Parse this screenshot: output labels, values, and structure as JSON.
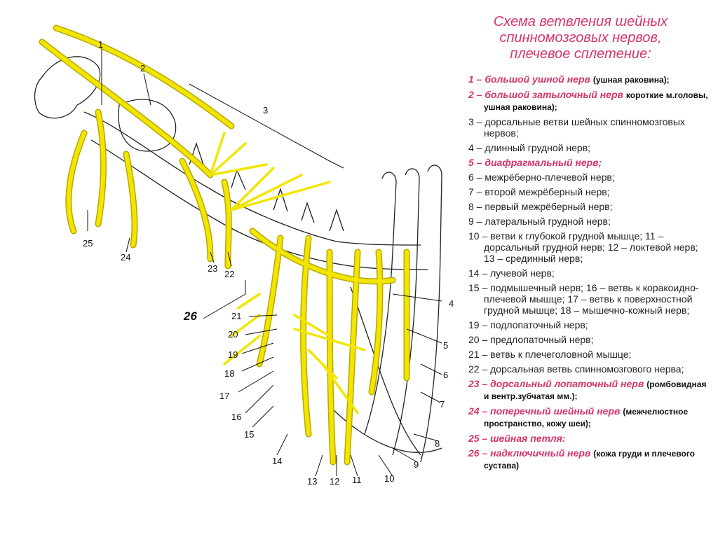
{
  "title_lines": [
    "Схема ветвления шейных",
    "спинномозговых нервов,",
    "плечевое сплетение:"
  ],
  "legend": [
    {
      "text": "1 – большой ушной нерв ",
      "note": "(ушная раковина);",
      "highlight": true
    },
    {
      "text": "2 – большой затылочный нерв ",
      "note": "короткие м.головы, ушная раковина);",
      "highlight": true
    },
    {
      "text": "3 – дорсальные ветви шейных спинномозговых нервов;",
      "note": "",
      "highlight": false
    },
    {
      "text": "4 – длинный грудной нерв;",
      "note": "",
      "highlight": false
    },
    {
      "text": "5 – диафрагмальный нерв;",
      "note": "",
      "highlight": true
    },
    {
      "text": "6 – межрёберно-плечевой нерв;",
      "note": "",
      "highlight": false
    },
    {
      "text": "7 – второй межрёберный нерв;",
      "note": "",
      "highlight": false
    },
    {
      "text": "8 – первый межрёберный нерв;",
      "note": "",
      "highlight": false
    },
    {
      "text": "9 – латеральный грудной нерв;",
      "note": "",
      "highlight": false
    },
    {
      "text": "10 – ветви к глубокой грудной мышце; 11 – дорсальный грудной нерв; 12 – локтевой нерв; 13 – срединный нерв;",
      "note": "",
      "highlight": false
    },
    {
      "text": "14 – лучевой нерв;",
      "note": "",
      "highlight": false
    },
    {
      "text": "15 – подмышечный нерв; 16 – ветвь к коракоидно-плечевой мышце; 17 – ветвь к поверхностной грудной мышце; 18 – мышечно-кожный нерв;",
      "note": "",
      "highlight": false
    },
    {
      "text": "19 – подлопаточный нерв;",
      "note": "",
      "highlight": false
    },
    {
      "text": "20 – предлопаточный нерв;",
      "note": "",
      "highlight": false
    },
    {
      "text": "21 – ветвь к плечеголовной мышце;",
      "note": "",
      "highlight": false
    },
    {
      "text": "22 – дорсальная ветвь спинномозгового нерва;",
      "note": "",
      "highlight": false
    },
    {
      "text": "23 – дорсальный лопаточный нерв ",
      "note": "(ромбовидная и вентр.зубчатая мм.);",
      "highlight": true
    },
    {
      "text": "24 – поперечный шейный нерв ",
      "note": "(межчелюстное пространство, кожу шеи);",
      "highlight": true
    },
    {
      "text": "25 – шейная петля:",
      "note": "",
      "highlight": true
    },
    {
      "text": "26 – надключичный нерв ",
      "note": "(кожа груди и плечевого сустава)",
      "highlight": true
    }
  ],
  "figure_labels": [
    "1",
    "2",
    "3",
    "4",
    "5",
    "6",
    "7",
    "8",
    "9",
    "10",
    "11",
    "12",
    "13",
    "14",
    "15",
    "16",
    "17",
    "18",
    "19",
    "20",
    "21",
    "22",
    "23",
    "24",
    "25",
    "26"
  ],
  "colors": {
    "title": "#d6336c",
    "nerve": "#f2e600",
    "text": "#222222"
  }
}
